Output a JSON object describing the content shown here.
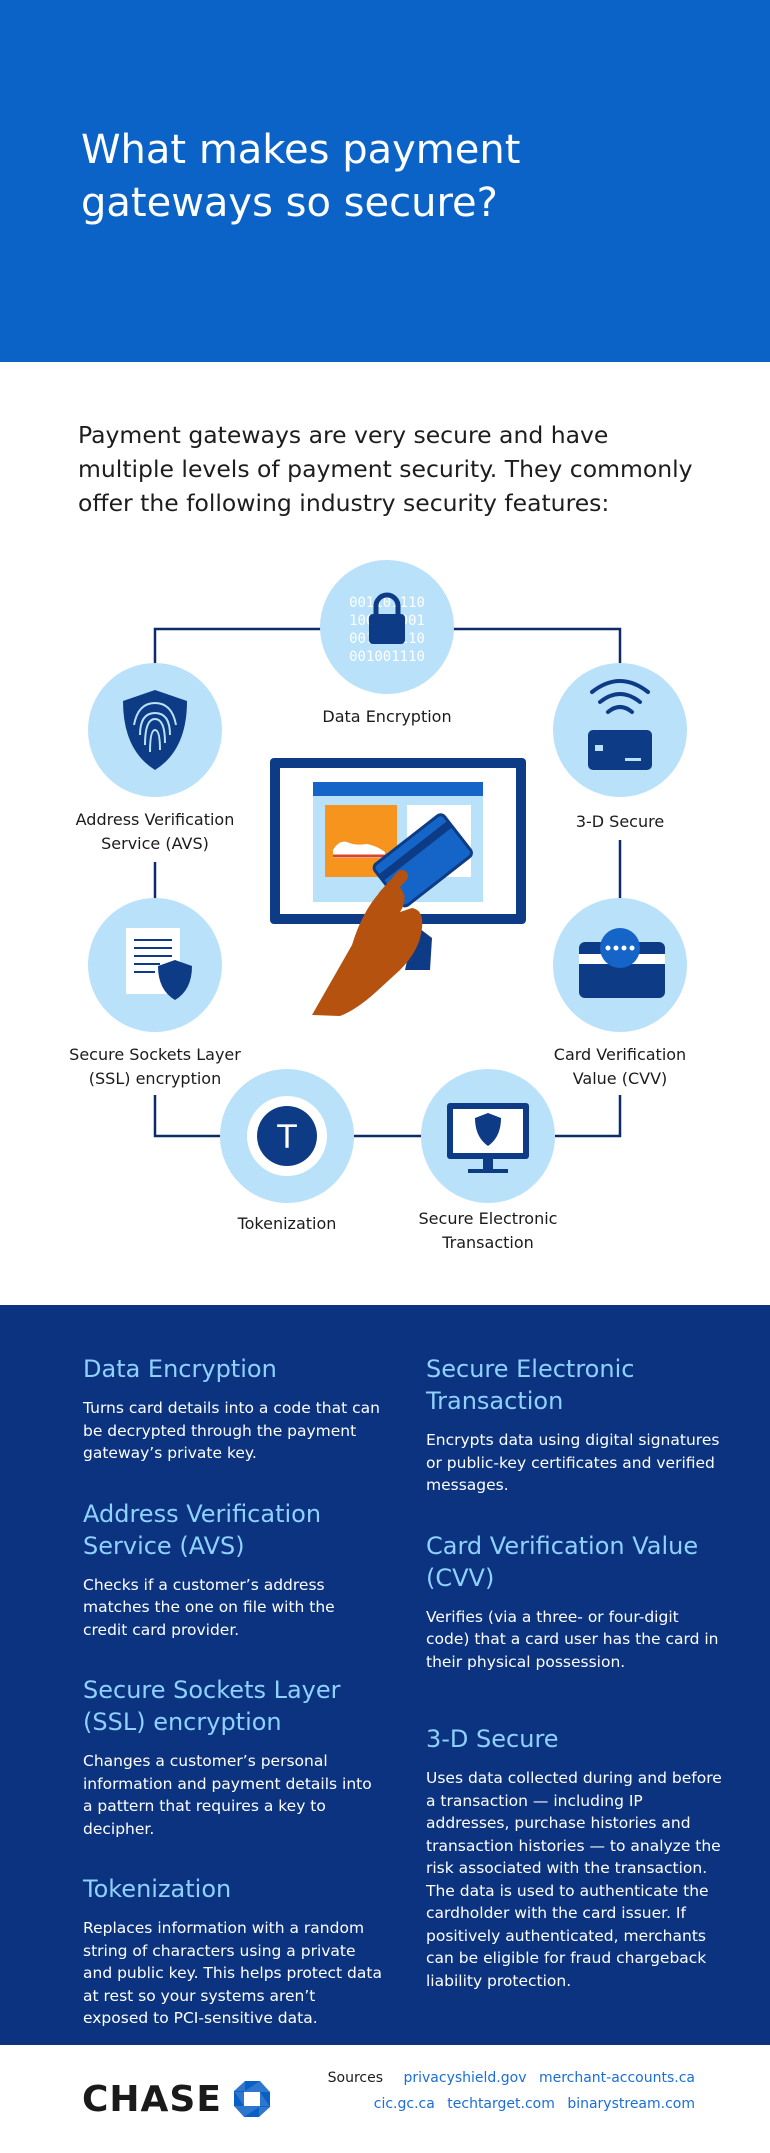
{
  "hero": {
    "title": "What makes payment gateways so secure?"
  },
  "intro": {
    "text": "Payment gateways are very secure and have multiple levels of payment security. They commonly offer the following industry security features:"
  },
  "diagram": {
    "binary_rows": [
      "001101110",
      "100101001",
      "001101110",
      "001001110"
    ],
    "labels": {
      "data_encryption": "Data Encryption",
      "avs": "Address Verification Service (AVS)",
      "three_d": "3-D Secure",
      "ssl": "Secure Sockets Layer (SSL) encryption",
      "cvv": "Card Verification Value (CVV)",
      "tokenization": "Tokenization",
      "set": "Secure Electronic Transaction"
    },
    "token_letter": "T",
    "colors": {
      "circle": "#b9e1fa",
      "navy": "#0d3b85",
      "line": "#0d2b6b",
      "hand": "#b5520f",
      "shoe": "#f7941d"
    }
  },
  "details": {
    "left": [
      {
        "title": "Data Encryption",
        "body": "Turns card details into a code that can be decrypted through the payment gateway’s private key."
      },
      {
        "title": "Address Verification Service (AVS)",
        "body": "Checks if a customer’s address matches the one on file with the credit card provider."
      },
      {
        "title": "Secure Sockets Layer (SSL) encryption",
        "body": "Changes a customer’s personal information and payment details into a pattern that requires a key to decipher."
      },
      {
        "title": "Tokenization",
        "body": "Replaces information with a random string of characters using a private and public key. This helps protect data at rest so your systems aren’t exposed to PCI-sensitive data."
      }
    ],
    "right": [
      {
        "title": "Secure Electronic Transaction",
        "body": "Encrypts data using digital signatures or public-key certificates and verified messages."
      },
      {
        "title": "Card Verification Value (CVV)",
        "body": "Verifies (via a three- or four-digit code) that a card user has the card in their physical possession."
      },
      {
        "title": "3-D Secure",
        "body": "Uses data collected during and before a transaction — including IP addresses, purchase histories and transaction histories — to analyze the risk associated with the transaction. The data is used to authenticate the cardholder with the card issuer. If positively authenticated, merchants can be eligible for fraud chargeback liability protection."
      }
    ]
  },
  "footer": {
    "brand": "CHASE",
    "sources_label": "Sources",
    "sources": [
      "privacyshield.gov",
      "merchant-accounts.ca",
      "cic.gc.ca",
      "techtarget.com",
      "binarystream.com"
    ],
    "colors": {
      "brand_blue": "#0b5fc4",
      "link": "#1a6ed8"
    }
  }
}
